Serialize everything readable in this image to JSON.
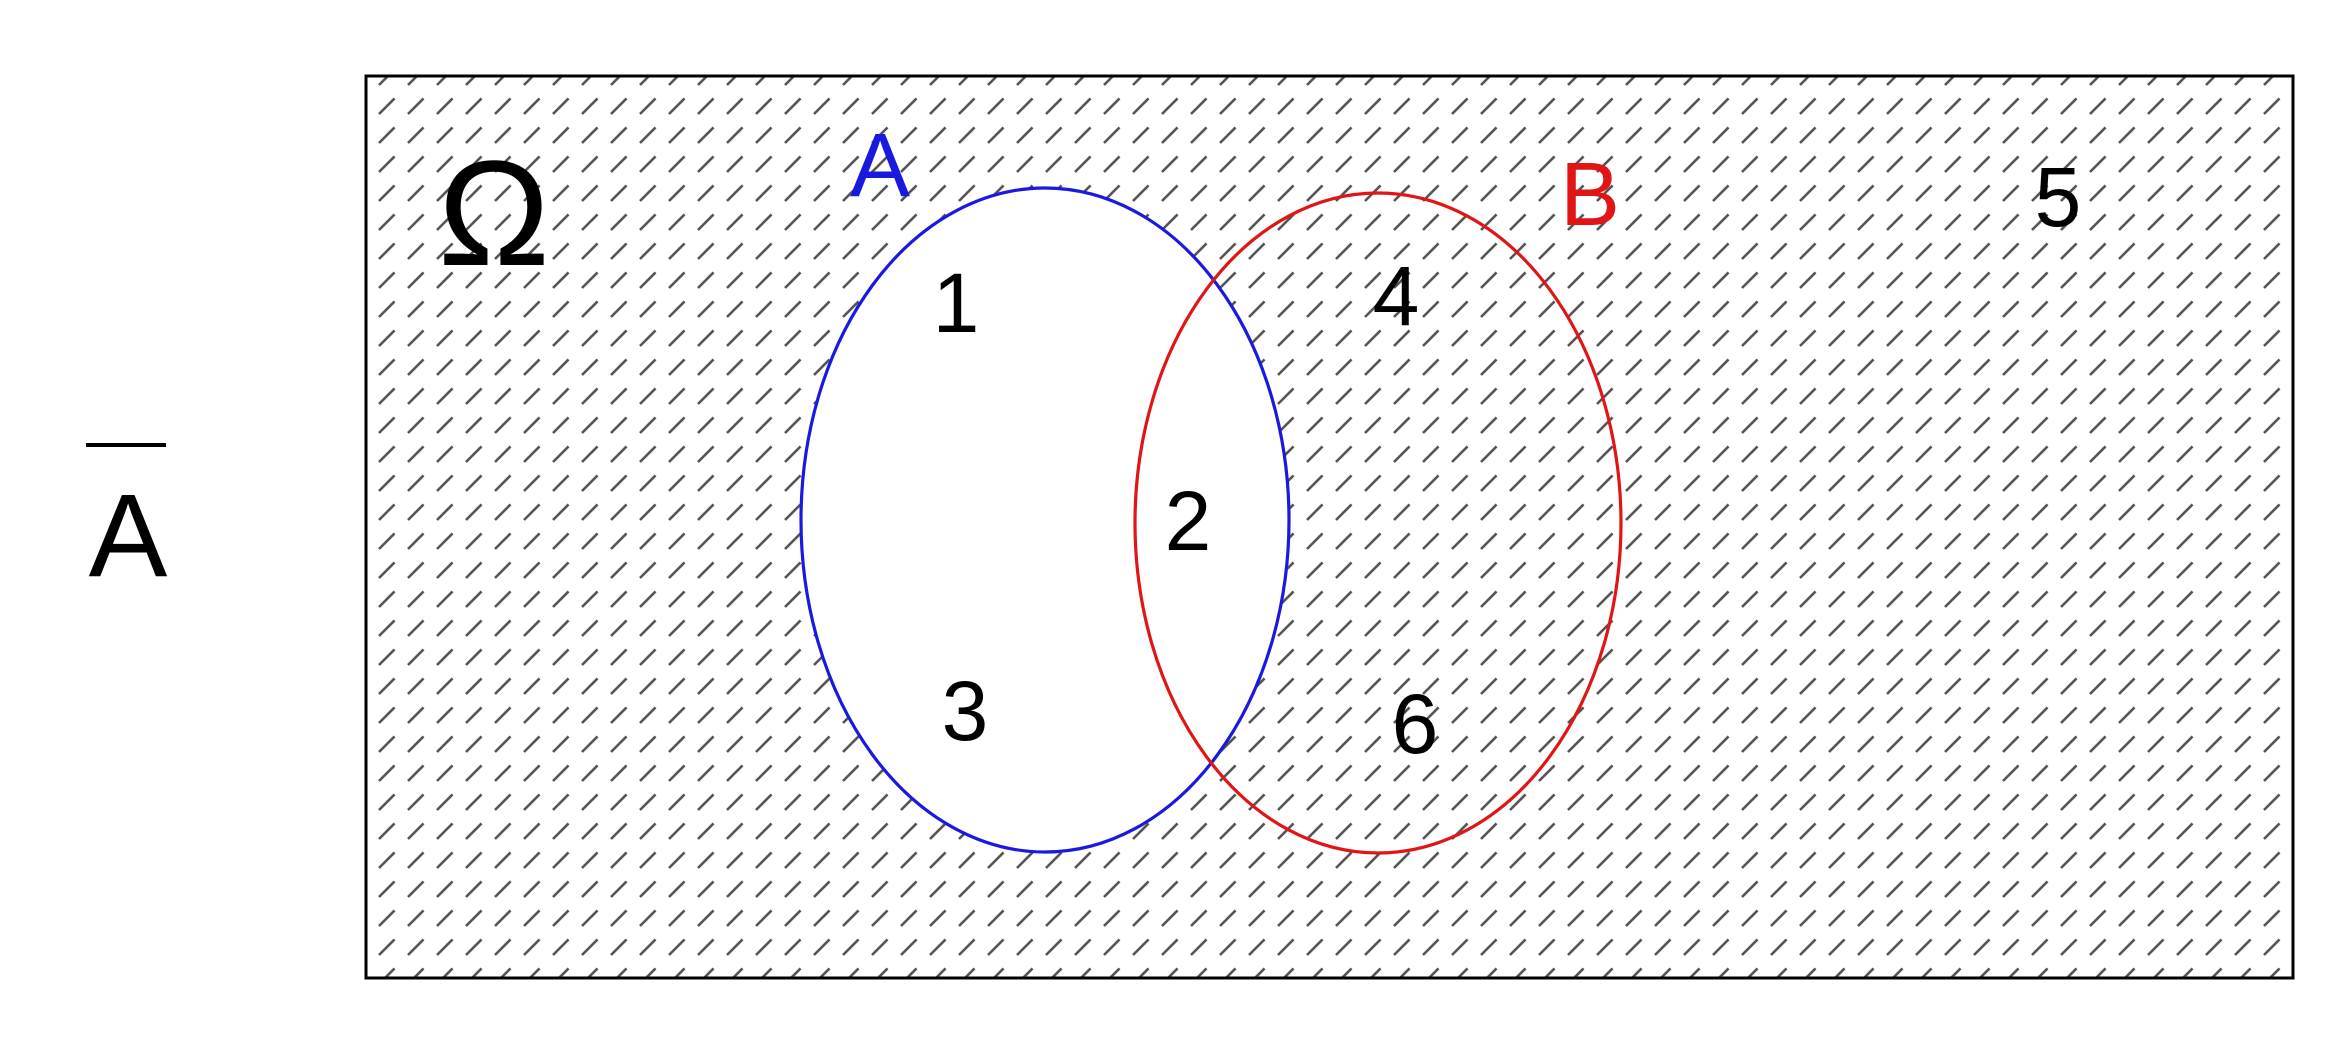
{
  "complement_label": {
    "letter": "A"
  },
  "universe": {
    "symbol": "Ω"
  },
  "sets": [
    {
      "name": "A",
      "color": "#1a1adf"
    },
    {
      "name": "B",
      "color": "#e01515"
    }
  ],
  "regions": [
    {
      "label": "1",
      "in": [
        "A"
      ]
    },
    {
      "label": "2",
      "in": [
        "A",
        "B"
      ]
    },
    {
      "label": "3",
      "in": [
        "A"
      ]
    },
    {
      "label": "4",
      "in": [
        "B"
      ]
    },
    {
      "label": "5",
      "in": []
    },
    {
      "label": "6",
      "in": [
        "B"
      ]
    }
  ],
  "shading": {
    "description_complement_of": "A",
    "hatch_color": "#555555"
  },
  "colors": {
    "text": "#000000",
    "frame": "#000000"
  }
}
